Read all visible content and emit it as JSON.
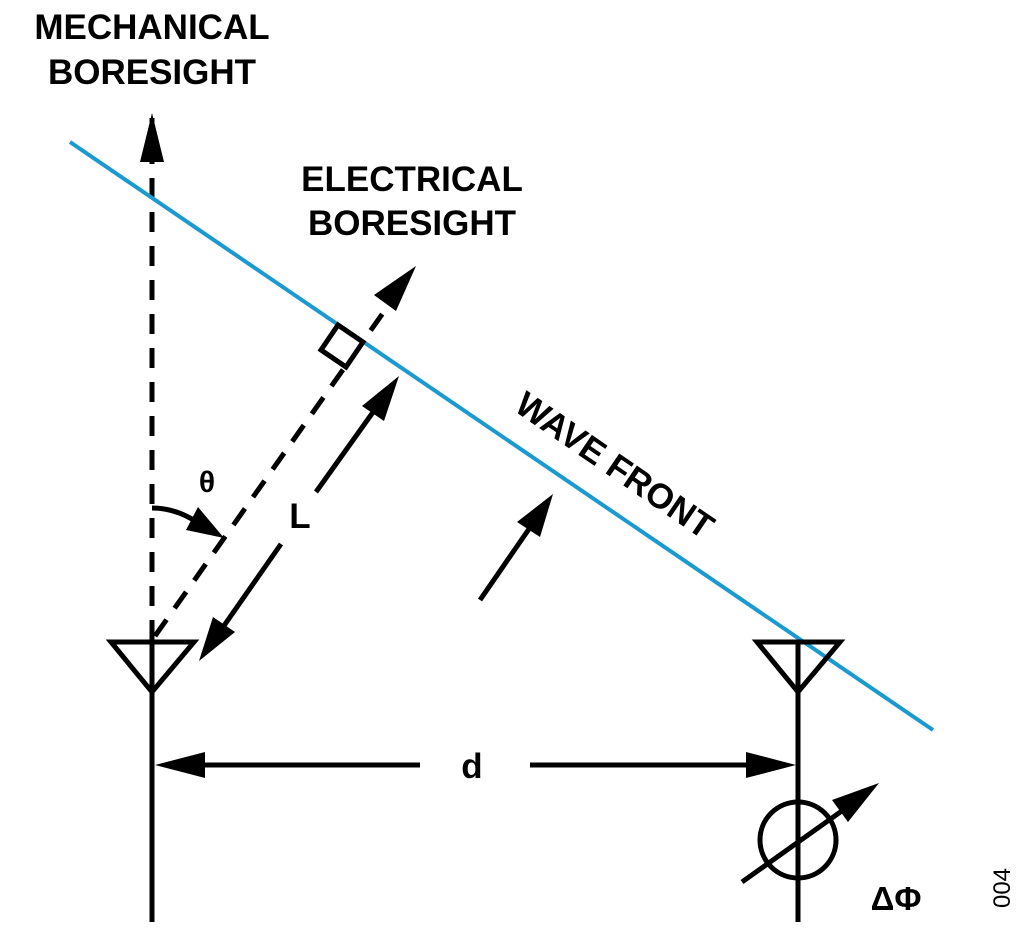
{
  "labels": {
    "mechanical_line1": "MECHANICAL",
    "mechanical_line2": "BORESIGHT",
    "electrical_line1": "ELECTRICAL",
    "electrical_line2": "BORESIGHT",
    "wave_front": "WAVE FRONT",
    "theta": "θ",
    "length": "L",
    "distance": "d",
    "phase_shift": "ΔΦ",
    "figure_number": "004"
  },
  "colors": {
    "wave_front": "#1a9ad0",
    "lines": "#000000"
  }
}
